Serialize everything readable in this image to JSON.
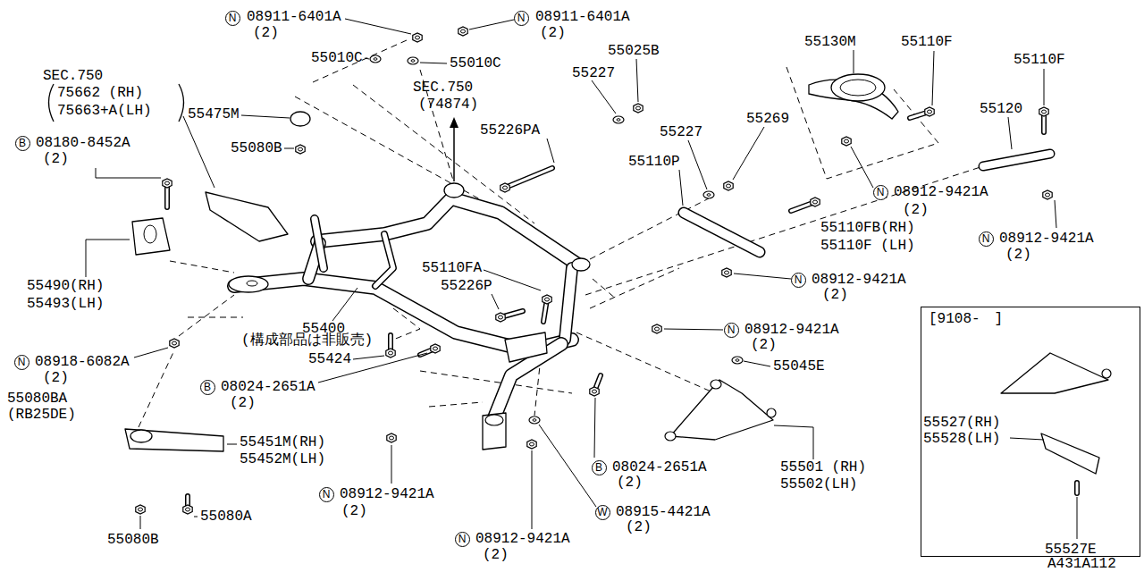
{
  "diagram": {
    "nodes": [
      {
        "text": [
          "N"
        ]
      },
      {
        "text": [
          "N"
        ]
      },
      {
        "text": [
          "B"
        ]
      },
      {
        "text": [
          "N"
        ]
      },
      {
        "text": [
          "N"
        ]
      },
      {
        "text": [
          "N"
        ]
      },
      {
        "text": [
          "N"
        ]
      },
      {
        "text": [
          "N"
        ]
      },
      {
        "text": [
          "B"
        ]
      },
      {
        "text": [
          "B"
        ]
      },
      {
        "text": [
          "N"
        ]
      },
      {
        "text": [
          "W"
        ]
      },
      {
        "text": [
          "N"
        ]
      },
      {
        "text": [
          "[9108-　]",
          "55527(RH) 55528(LH)",
          "55527E"
        ]
      }
    ],
    "labels": [
      "08911-6401A",
      "(2)",
      "08911-6401A",
      "(2)",
      "55010C",
      "55010C",
      "SEC.750",
      "75662 (RH)",
      "75663+A(LH)",
      "55475M",
      "08180-8452A",
      "(2)",
      "55080B",
      "SEC.750",
      "(74874)",
      "55025B",
      "55227",
      "55226PA",
      "55130M",
      "55110F",
      "55110F",
      "55120",
      "55269",
      "55227",
      "55110P",
      "08912-9421A",
      "(2)",
      "08912-9421A",
      "(2)",
      "55110FB(RH)",
      "55110F (LH)",
      "08912-9421A",
      "(2)",
      "55490(RH)",
      "55493(LH)",
      "55110FA",
      "55226P",
      "55400",
      "(構成部品は非販売)",
      "08912-9421A",
      "(2)",
      "08918-6082A",
      "(2)",
      "55424",
      "55045E",
      "08024-2651A",
      "(2)",
      "55080BA",
      "(RB25DE)",
      "55451M(RH)",
      "55452M(LH)",
      "08024-2651A",
      "(2)",
      "55501 (RH)",
      "55502(LH)",
      "08912-9421A",
      "(2)",
      "08915-4421A",
      "(2)",
      "55080A",
      "55080B",
      "08912-9421A",
      "(2)",
      "A431A112"
    ]
  }
}
